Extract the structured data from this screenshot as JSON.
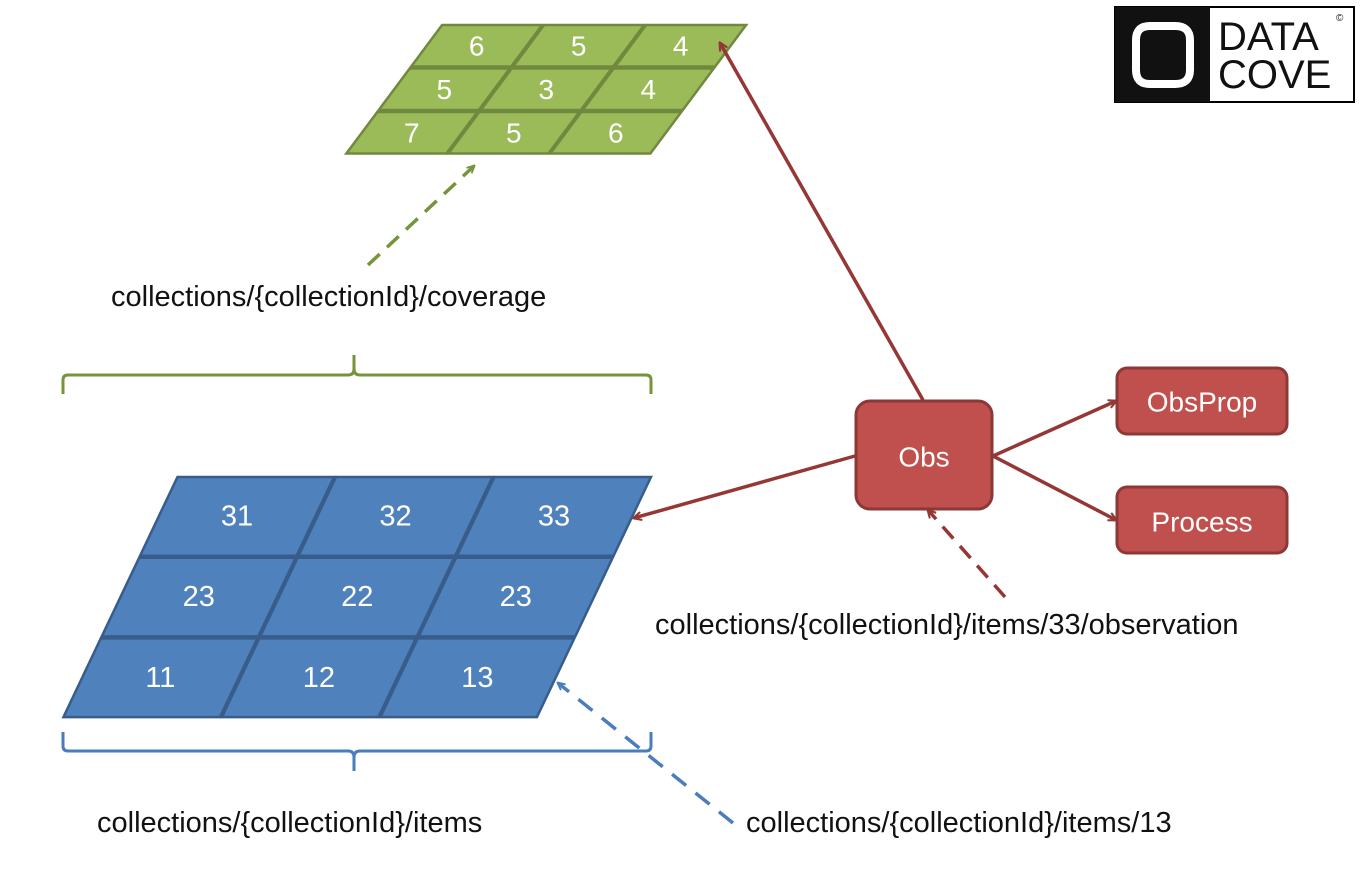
{
  "coverage_grid": {
    "rows": [
      [
        "6",
        "5",
        "4"
      ],
      [
        "5",
        "3",
        "4"
      ],
      [
        "7",
        "5",
        "6"
      ]
    ]
  },
  "items_grid": {
    "rows": [
      [
        "31",
        "32",
        "33"
      ],
      [
        "23",
        "22",
        "23"
      ],
      [
        "11",
        "12",
        "13"
      ]
    ]
  },
  "labels": {
    "coverage": "collections/{collectionId}/coverage",
    "items": "collections/{collectionId}/items",
    "item13": "collections/{collectionId}/items/13",
    "observation": "collections/{collectionId}/items/33/observation"
  },
  "nodes": {
    "obs": "Obs",
    "obsprop": "ObsProp",
    "process": "Process"
  },
  "logo": {
    "line1": "DATA",
    "line2": "COVE",
    "mark": "©"
  },
  "colors": {
    "green_fill": "#9bbb59",
    "green_stroke": "#71893f",
    "blue_fill": "#4f81bd",
    "blue_stroke": "#385d8a",
    "red_fill": "#c0504d",
    "red_stroke": "#8c3836",
    "red_arrow": "#953735"
  }
}
